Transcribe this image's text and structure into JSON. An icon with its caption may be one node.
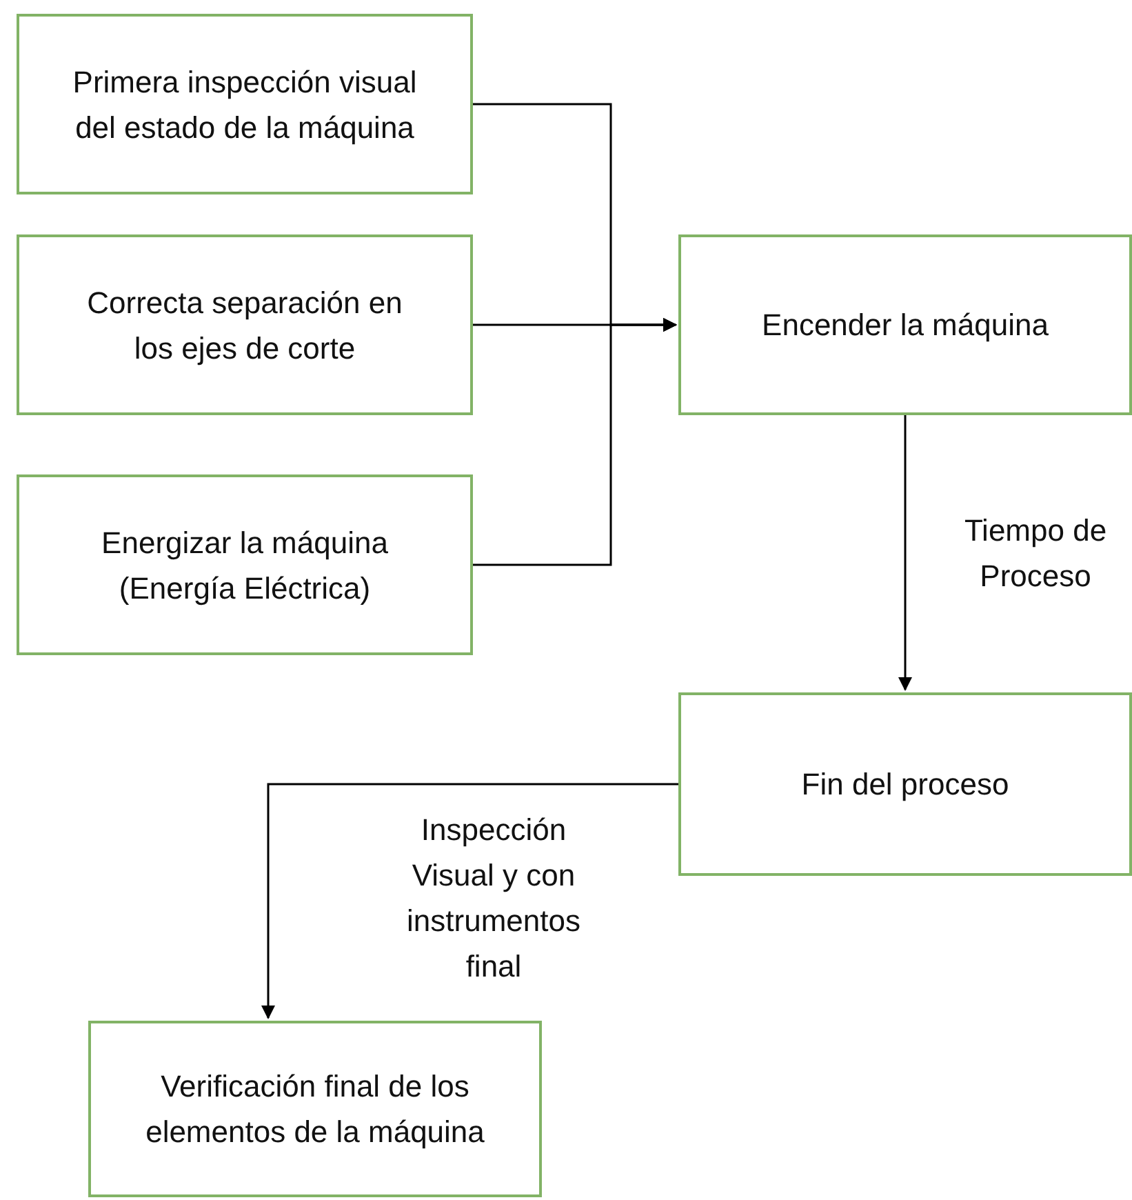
{
  "diagram": {
    "nodes": [
      {
        "text": [
          "Primera inspección visual del estado de la máquina"
        ]
      },
      {
        "text": [
          "Correcta separación en los ejes de corte"
        ]
      },
      {
        "text": [
          "Energizar la máquina (Energía Eléctrica)"
        ]
      },
      {
        "text": [
          "Encender la máquina"
        ]
      },
      {
        "text": [
          "Fin del proceso"
        ]
      },
      {
        "text": [
          "Verificación final de los elementos de la máquina"
        ]
      }
    ],
    "edges": [
      {
        "from": 0,
        "to": 3,
        "arrow": "to"
      },
      {
        "from": 1,
        "to": 3,
        "arrow": "to"
      },
      {
        "from": 2,
        "to": 3,
        "arrow": "to"
      },
      {
        "from": 3,
        "to": 4,
        "arrow": "to",
        "label": "Tiempo de Proceso"
      },
      {
        "from": 4,
        "to": 5,
        "arrow": "to",
        "label": "Inspección Visual y con instrumentos final"
      }
    ]
  }
}
